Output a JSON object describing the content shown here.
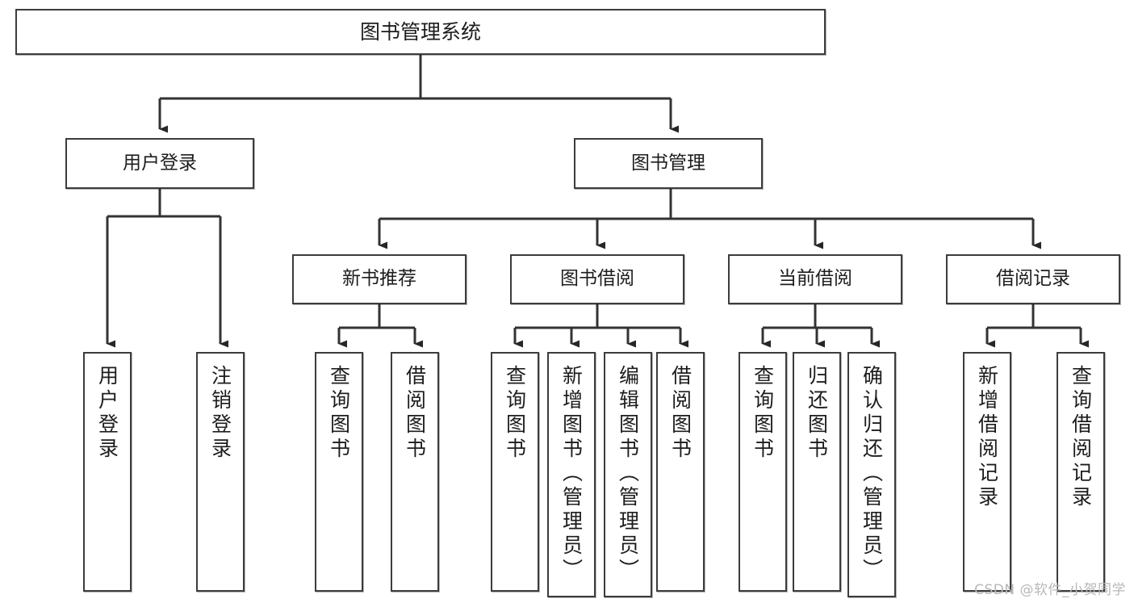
{
  "diagram": {
    "title": "图书管理系统",
    "type": "tree-hierarchy",
    "root": {
      "label": "图书管理系统"
    },
    "level2": [
      {
        "label": "用户登录"
      },
      {
        "label": "图书管理"
      }
    ],
    "level3": [
      {
        "label": "新书推荐"
      },
      {
        "label": "图书借阅"
      },
      {
        "label": "当前借阅"
      },
      {
        "label": "借阅记录"
      }
    ],
    "leaves": {
      "user_login": [
        {
          "label": "用户登录"
        },
        {
          "label": "注销登录"
        }
      ],
      "new_book_recommend": [
        {
          "label": "查询图书"
        },
        {
          "label": "借阅图书"
        }
      ],
      "book_borrow": [
        {
          "label": "查询图书"
        },
        {
          "label": "新增图书（管理员）"
        },
        {
          "label": "编辑图书（管理员）"
        },
        {
          "label": "借阅图书"
        }
      ],
      "current_borrow": [
        {
          "label": "查询图书"
        },
        {
          "label": "归还图书"
        },
        {
          "label": "确认归还（管理员）"
        }
      ],
      "borrow_record": [
        {
          "label": "新增借阅记录"
        },
        {
          "label": "查询借阅记录"
        }
      ]
    }
  },
  "watermark": {
    "text": "CSDN @软件_小贺同学"
  },
  "colors": {
    "background": "#ffffff",
    "box_border": "#3c3c3c",
    "text": "#1d1d1f",
    "connector": "#333333",
    "watermark": "#b8b8b8"
  }
}
